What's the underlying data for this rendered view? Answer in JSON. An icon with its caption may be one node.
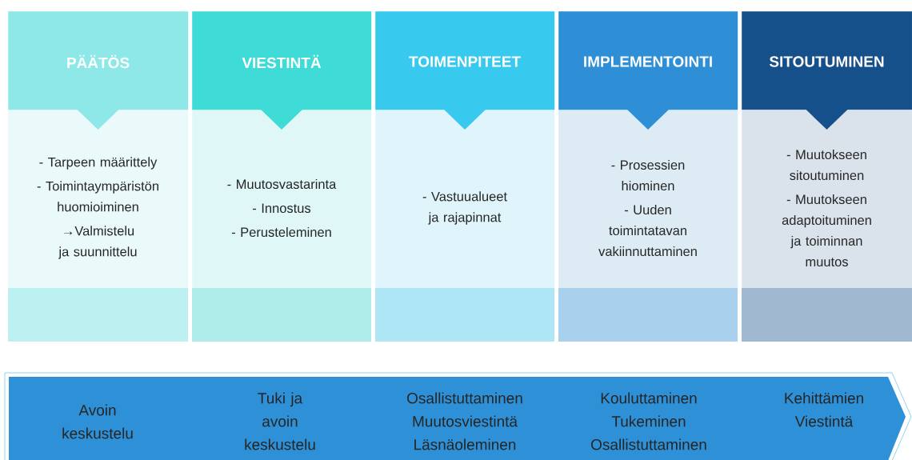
{
  "diagram": {
    "nodes": [
      {
        "text": [
          "PÄÄTÖS"
        ]
      },
      {
        "text": [
          "- Tarpeen määrittely",
          "- Toimintaympäristön huomioiminen",
          "→Valmistelu ja suunnittelu"
        ]
      },
      {
        "text": [
          "VIESTINTÄ"
        ]
      },
      {
        "text": [
          "- Muutosvastarinta",
          "- Innostus",
          "- Perusteleminen"
        ]
      },
      {
        "text": [
          "TOIMENPITEET"
        ]
      },
      {
        "text": [
          "- Vastuualueet ja rajapinnat"
        ]
      },
      {
        "text": [
          "IMPLEMENTOINTI"
        ]
      },
      {
        "text": [
          "- Prosessien hiominen",
          "- Uuden toimintatavan vakiinnuttaminen"
        ]
      },
      {
        "text": [
          "SITOUTUMINEN"
        ]
      },
      {
        "text": [
          "- Muutokseen sitoutuminen",
          "- Muutokseen adaptoituminen ja toiminnan muutos"
        ]
      },
      {
        "text": [
          "Avoin keskustelu",
          "Tuki ja avoin keskustelu",
          "Osallistuttaminen Muutosviestintä Läsnäoleminen",
          "Kouluttaminen Tukeminen Osallistuttaminen",
          "Kehittämien Viestintä"
        ]
      }
    ]
  }
}
